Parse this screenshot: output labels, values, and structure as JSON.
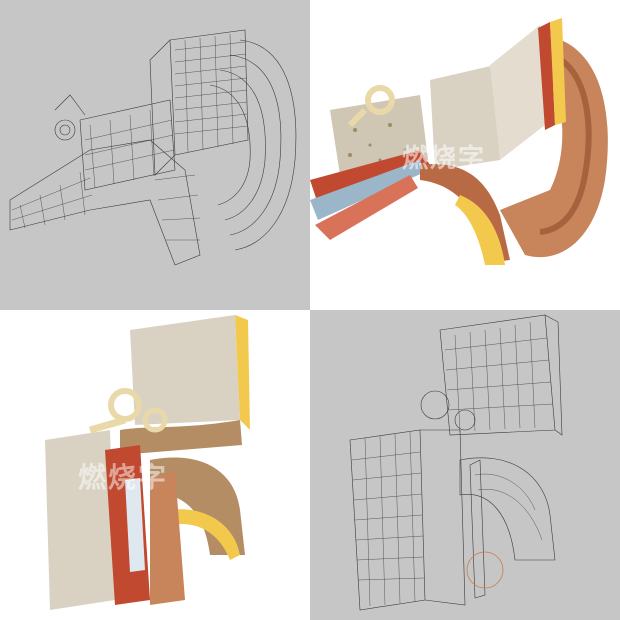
{
  "panels": [
    {
      "name": "wireframe-ear-side",
      "render": "wireframe"
    },
    {
      "name": "rendered-ear-side",
      "render": "textured"
    },
    {
      "name": "rendered-ear-front",
      "render": "textured"
    },
    {
      "name": "wireframe-ear-front",
      "render": "wireframe"
    }
  ],
  "watermark": {
    "text": "燃烧字"
  },
  "colors": {
    "wire_bg": "#c6c6c6",
    "wire_line": "#3a3a3a",
    "bone": "#d9d2c3",
    "skin": "#c8845a",
    "fat": "#f2c94c",
    "muscle": "#c0492f",
    "cartilage": "#e9c9a6"
  }
}
